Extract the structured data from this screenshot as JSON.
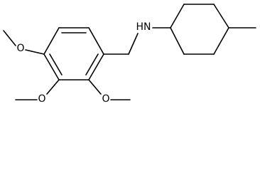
{
  "diagram": {
    "type": "chemical-structure",
    "colors": {
      "bond": "#000000",
      "label": "#000000",
      "background": "#ffffff"
    },
    "labels": {
      "amine": "HN",
      "o_top": "O",
      "o_mid": "O",
      "o_right": "O"
    }
  }
}
